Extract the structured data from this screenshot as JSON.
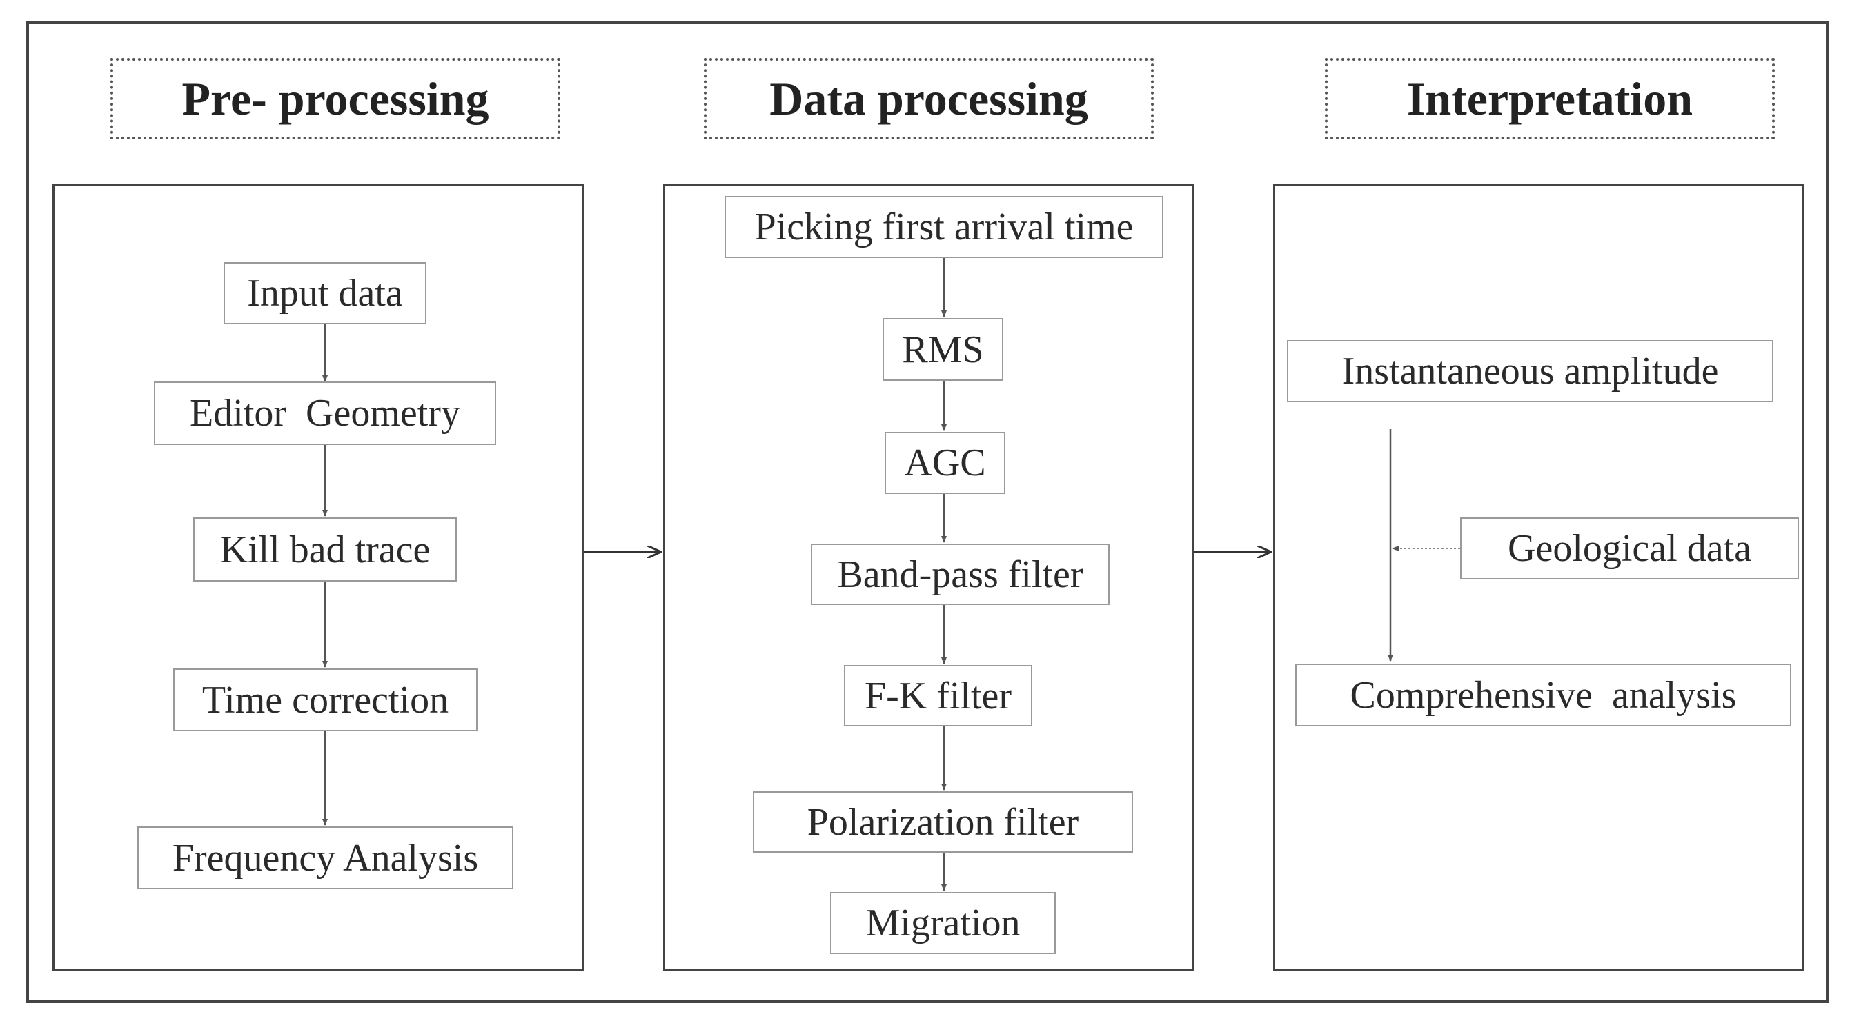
{
  "headers": {
    "preprocessing": "Pre- processing",
    "data_processing": "Data processing",
    "interpretation": "Interpretation"
  },
  "preprocessing_steps": [
    "Input data",
    "Editor  Geometry",
    "Kill bad trace",
    "Time correction",
    "Frequency Analysis"
  ],
  "data_processing_steps": [
    "Picking first arrival time",
    "RMS",
    "AGC",
    "Band-pass filter",
    "F-K filter",
    "Polarization filter",
    "Migration"
  ],
  "interpretation_steps": {
    "amplitude": "Instantaneous amplitude",
    "geological": "Geological data",
    "comprehensive": "Comprehensive  analysis"
  },
  "colors": {
    "frame": "#444444",
    "box_border": "#9a9a9a",
    "arrow": "#555555",
    "text": "#2a2a2a"
  }
}
